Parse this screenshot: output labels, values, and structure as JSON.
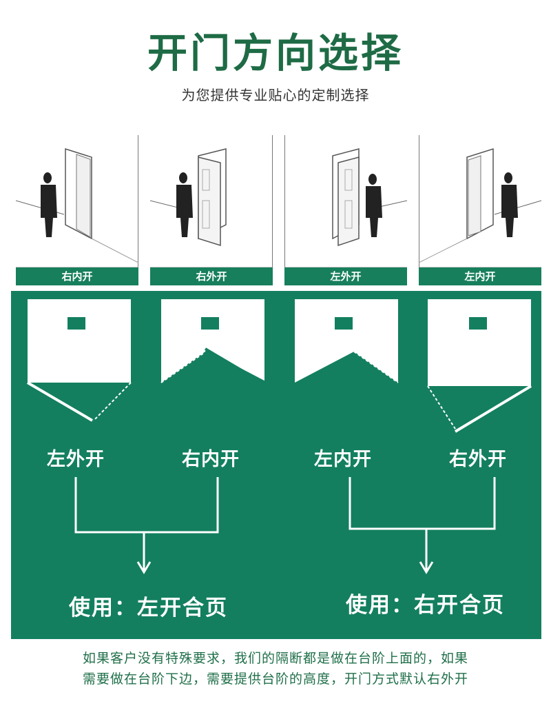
{
  "header": {
    "title": "开门方向选择",
    "subtitle": "为您提供专业贴心的定制选择"
  },
  "photos": [
    {
      "label": "右内开"
    },
    {
      "label": "右外开"
    },
    {
      "label": "左外开"
    },
    {
      "label": "左内开"
    }
  ],
  "diagrams": {
    "labels": [
      "左外开",
      "右内开",
      "左内开",
      "右外开"
    ],
    "usage_left": "使用：左开合页",
    "usage_right": "使用：右开合页"
  },
  "footer": {
    "line1": "如果客户没有特殊要求，我们的隔断都是做在台阶上面的，如果",
    "line2": "需要做在台阶下边，需要提供台阶的高度，开门方式默认右外开"
  },
  "colors": {
    "brand_green": "#1e6b45",
    "panel_green": "#137f5f",
    "label_green": "#177f5c"
  }
}
